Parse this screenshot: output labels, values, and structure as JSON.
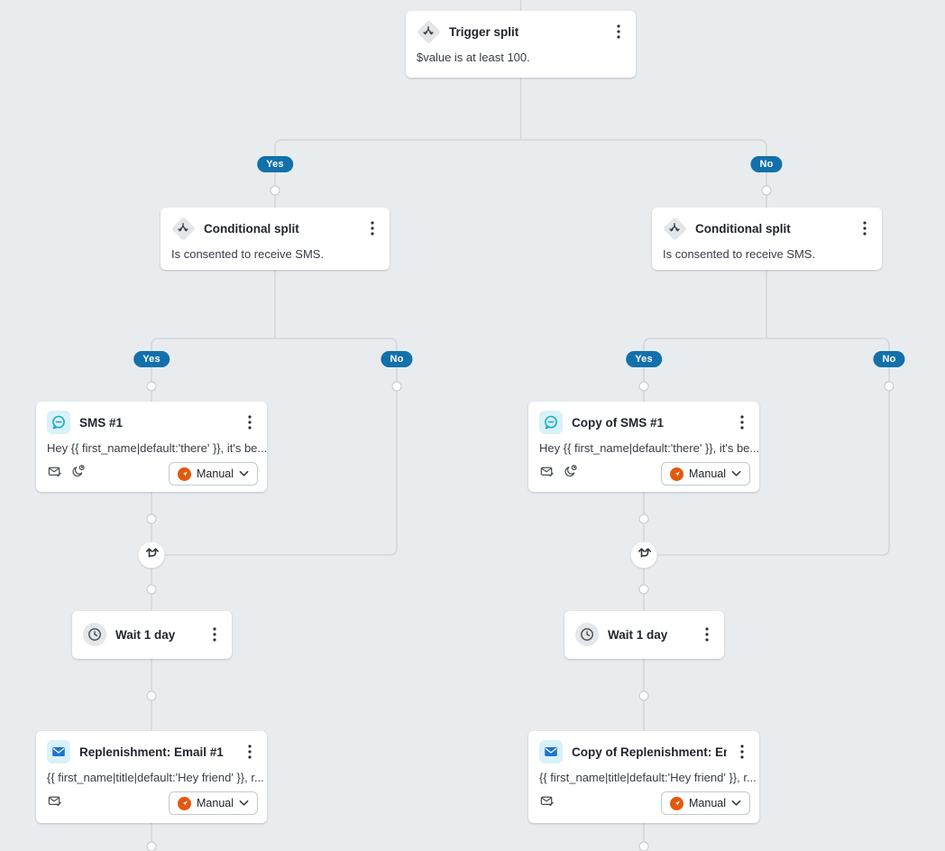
{
  "canvas": {
    "bg_color": "#e9ecef",
    "wire_color": "#d2d6da"
  },
  "badges": {
    "yes": "Yes",
    "no": "No",
    "color": "#1270ab"
  },
  "nodes": {
    "trigger_split": {
      "title": "Trigger split",
      "body": "$value is at least 100."
    },
    "conditional_split_left": {
      "title": "Conditional split",
      "body": "Is consented to receive SMS."
    },
    "conditional_split_right": {
      "title": "Conditional split",
      "body": "Is consented to receive SMS."
    },
    "sms_left": {
      "title": "SMS #1",
      "body": "Hey {{ first_name|default:'there' }}, it's be...",
      "status": "Manual"
    },
    "sms_right": {
      "title": "Copy of SMS #1",
      "body": "Hey {{ first_name|default:'there' }}, it's be...",
      "status": "Manual"
    },
    "wait_left": {
      "title": "Wait 1 day"
    },
    "wait_right": {
      "title": "Wait 1 day"
    },
    "email_left": {
      "title": "Replenishment: Email #1",
      "body": "{{ first_name|title|default:'Hey friend' }}, r...",
      "status": "Manual"
    },
    "email_right": {
      "title": "Copy of Replenishment: Em...",
      "body": "{{ first_name|title|default:'Hey friend' }}, r...",
      "status": "Manual"
    }
  },
  "colors": {
    "status_manual": "#e2590e",
    "sms_accent": "#1cabc2",
    "email_accent": "#1b74d1"
  },
  "icons": {
    "trigger": "split-arrows-icon",
    "conditional": "split-arrows-icon",
    "sms": "chat-bubble-icon",
    "email": "envelope-icon",
    "wait": "clock-icon",
    "merge": "merge-arrows-icon",
    "smart_sending": "smart-sending-icon",
    "quiet_hours": "quiet-hours-icon",
    "menu": "kebab-menu-icon",
    "status": "manual-status-icon",
    "expand": "chevron-down-icon"
  }
}
